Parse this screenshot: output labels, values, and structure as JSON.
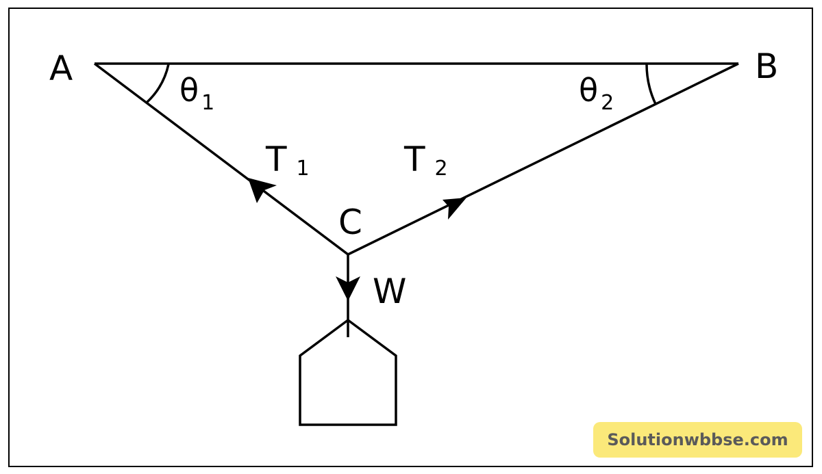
{
  "diagram": {
    "points": {
      "A": "A",
      "B": "B",
      "C": "C"
    },
    "angles": {
      "theta1": {
        "symbol": "θ",
        "sub": "1"
      },
      "theta2": {
        "symbol": "θ",
        "sub": "2"
      }
    },
    "forces": {
      "T1": {
        "symbol": "T",
        "sub": "1"
      },
      "T2": {
        "symbol": "T",
        "sub": "2"
      },
      "W": "W"
    }
  },
  "watermark": "Solutionwbbse.com",
  "colors": {
    "line": "#000000",
    "background": "#ffffff",
    "frame": "#000000",
    "watermark_bg": "#fbe97a",
    "watermark_text": "#5a5a5a"
  }
}
